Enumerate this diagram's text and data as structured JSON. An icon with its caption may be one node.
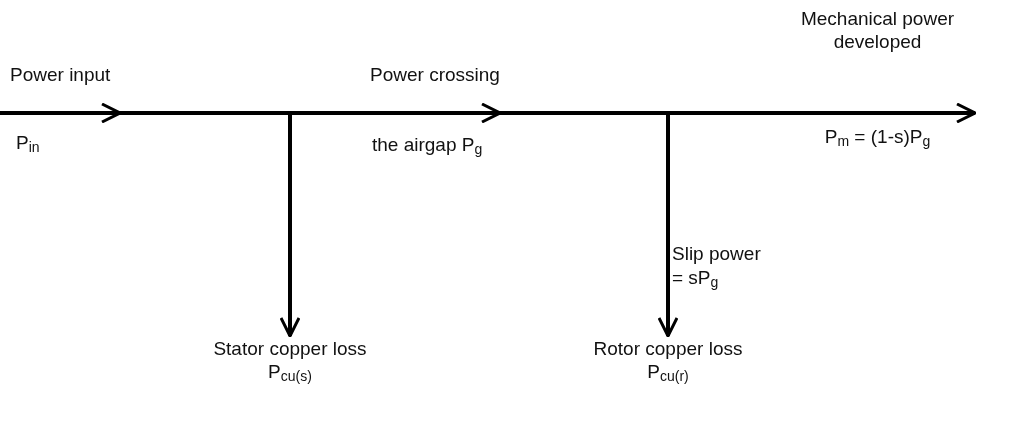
{
  "diagram": {
    "nodes": [
      {
        "text": [
          "Mechanical power developed",
          "P$_{m}$ = (1-s)P$_{g}$"
        ]
      },
      {
        "text": [
          "Stator copper loss",
          "P$_{cu(s)}$"
        ]
      },
      {
        "text": [
          "Rotor copper loss",
          "P$_{cu(r)}$"
        ]
      }
    ],
    "edges": [
      {
        "from": null,
        "to": 0,
        "arrow": "to"
      },
      {
        "from": null,
        "to": 1,
        "arrow": "to"
      },
      {
        "from": null,
        "to": 2,
        "arrow": "to"
      }
    ],
    "labels": [
      "Power input",
      "P$_{in}$",
      "Power crossing",
      "the airgap P$_{g}$",
      "Slip power = sP$_{g}$"
    ]
  }
}
